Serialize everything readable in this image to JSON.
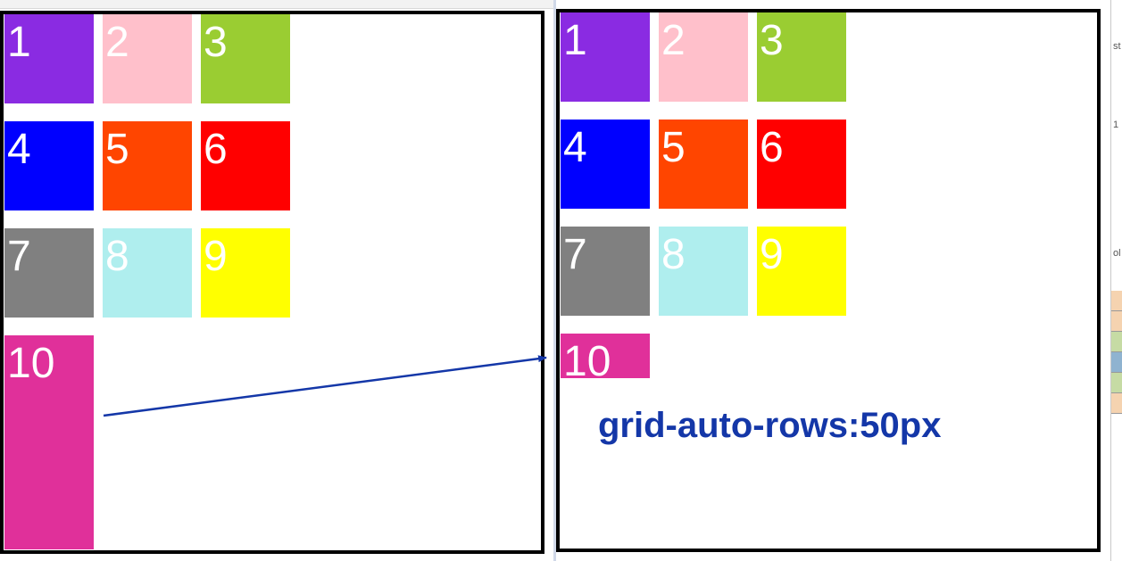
{
  "left_panel": {
    "cells": [
      {
        "label": "1",
        "color": "#8a2be2"
      },
      {
        "label": "2",
        "color": "#ffc0cb"
      },
      {
        "label": "3",
        "color": "#9acd32"
      },
      {
        "label": "4",
        "color": "#0000ff"
      },
      {
        "label": "5",
        "color": "#ff4500"
      },
      {
        "label": "6",
        "color": "#ff0000"
      },
      {
        "label": "7",
        "color": "#808080"
      },
      {
        "label": "8",
        "color": "#afeeee"
      },
      {
        "label": "9",
        "color": "#ffff00"
      },
      {
        "label": "10",
        "color": "#e0309a"
      }
    ]
  },
  "right_panel": {
    "cells": [
      {
        "label": "1",
        "color": "#8a2be2"
      },
      {
        "label": "2",
        "color": "#ffc0cb"
      },
      {
        "label": "3",
        "color": "#9acd32"
      },
      {
        "label": "4",
        "color": "#0000ff"
      },
      {
        "label": "5",
        "color": "#ff4500"
      },
      {
        "label": "6",
        "color": "#ff0000"
      },
      {
        "label": "7",
        "color": "#808080"
      },
      {
        "label": "8",
        "color": "#afeeee"
      },
      {
        "label": "9",
        "color": "#ffff00"
      },
      {
        "label": "10",
        "color": "#e0309a"
      }
    ]
  },
  "annotation": {
    "text": "grid-auto-rows:50px",
    "color": "#1437a8"
  },
  "edge_glyphs": [
    "st",
    "1",
    "ol"
  ],
  "edge_bands": [
    "#f5d3b0",
    "#f5d3b0",
    "#c6dba4",
    "#8fb3d0",
    "#c6dba4",
    "#f5d3b0"
  ]
}
